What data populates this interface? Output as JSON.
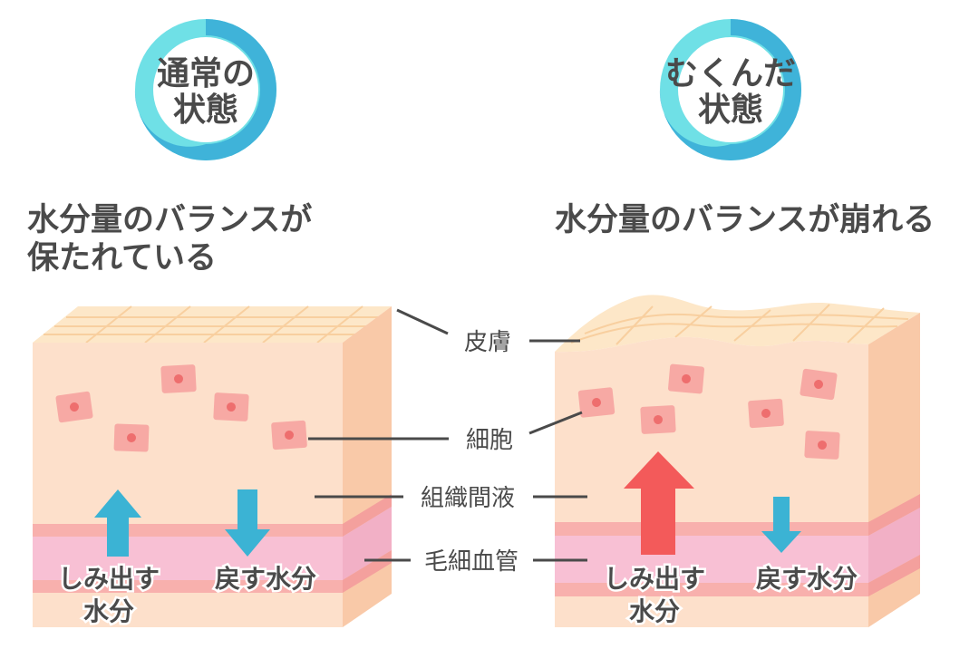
{
  "panels": {
    "normal": {
      "badge_line1": "通常の",
      "badge_line2": "状態",
      "heading_line1": "水分量のバランスが",
      "heading_line2": "保たれている",
      "arrow_out_line1": "しみ出す",
      "arrow_out_line2": "水分",
      "arrow_back": "戻す水分"
    },
    "swollen": {
      "badge_line1": "むくんだ",
      "badge_line2": "状態",
      "heading": "水分量のバランスが崩れる",
      "arrow_out_line1": "しみ出す",
      "arrow_out_line2": "水分",
      "arrow_back": "戻す水分"
    }
  },
  "labels": {
    "skin": "皮膚",
    "cell": "細胞",
    "interstitial_fluid": "組織間液",
    "capillary": "毛細血管"
  },
  "colors": {
    "badge_light": "#6fe0e6",
    "badge_dark": "#3fb3d9",
    "text": "#4a4a4a",
    "skin_top": "#fde7c8",
    "tissue": "#fde0cb",
    "tissue_side": "#f9c9a8",
    "cell": "#f7a9a4",
    "cell_nucleus": "#ee6e6e",
    "vessel_wall": "#f8b0ad",
    "vessel_inner": "#f8c0d4",
    "arrow_blue": "#3bb3d4",
    "arrow_red": "#f35a5a"
  }
}
